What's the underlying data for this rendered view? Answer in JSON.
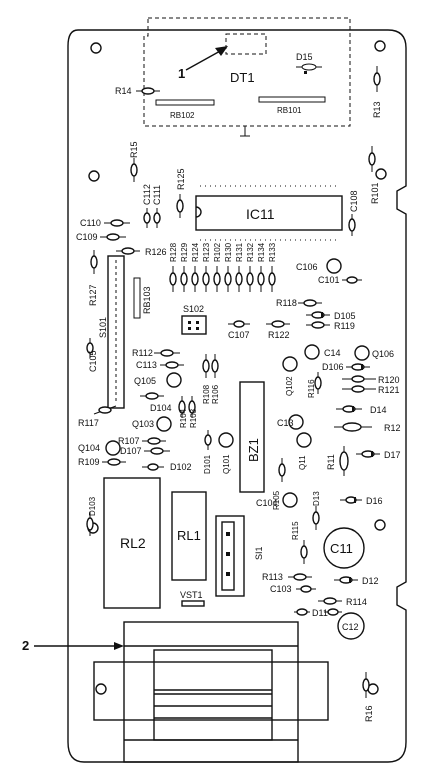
{
  "callouts": {
    "c1": "1",
    "c2": "2"
  },
  "labels": {
    "DT1": "DT1",
    "D15": "D15",
    "R14": "R14",
    "R13": "R13",
    "RB102": "RB102",
    "RB101": "RB101",
    "R15": "R15",
    "R125": "R125",
    "C112": "C112",
    "C111": "C111",
    "IC11": "IC11",
    "C108": "C108",
    "R101": "R101",
    "C110": "C110",
    "C109": "C109",
    "R126": "R126",
    "R128": "R128",
    "R129": "R129",
    "R124": "R124",
    "R123": "R123",
    "R102": "R102",
    "R130": "R130",
    "R131": "R131",
    "R132": "R132",
    "R134": "R134",
    "R133": "R133",
    "C106": "C106",
    "C101": "C101",
    "R127": "R127",
    "RB103": "RB103",
    "S101": "S101",
    "S102": "S102",
    "R118": "R118",
    "D105": "D105",
    "R119": "R119",
    "C107": "C107",
    "R122": "R122",
    "C105": "C105",
    "R112": "R112",
    "C113": "C113",
    "C14": "C14",
    "Q106": "Q106",
    "Q105": "Q105",
    "D106": "D106",
    "Q102": "Q102",
    "R120": "R120",
    "R121": "R121",
    "R108": "R108",
    "R106": "R106",
    "R116": "R116",
    "D104": "D104",
    "D14": "D14",
    "R117": "R117",
    "R104": "R104",
    "R103": "R103",
    "Q103": "Q103",
    "BZ1": "BZ1",
    "C13": "C13",
    "R12": "R12",
    "R107": "R107",
    "Q104": "Q104",
    "D107": "D107",
    "R109": "R109",
    "D102": "D102",
    "D101": "D101",
    "Q101": "Q101",
    "Q11": "Q11",
    "R11": "R11",
    "D17": "D17",
    "D103": "D103",
    "R105": "R105",
    "D13": "D13",
    "C104": "C104",
    "D16": "D16",
    "RL2": "RL2",
    "RL1": "RL1",
    "SI1": "SI1",
    "R115": "R115",
    "C11": "C11",
    "R113": "R113",
    "C103": "C103",
    "D12": "D12",
    "VST1": "VST1",
    "R114": "R114",
    "D11": "D11",
    "C12": "C12",
    "R16": "R16"
  }
}
